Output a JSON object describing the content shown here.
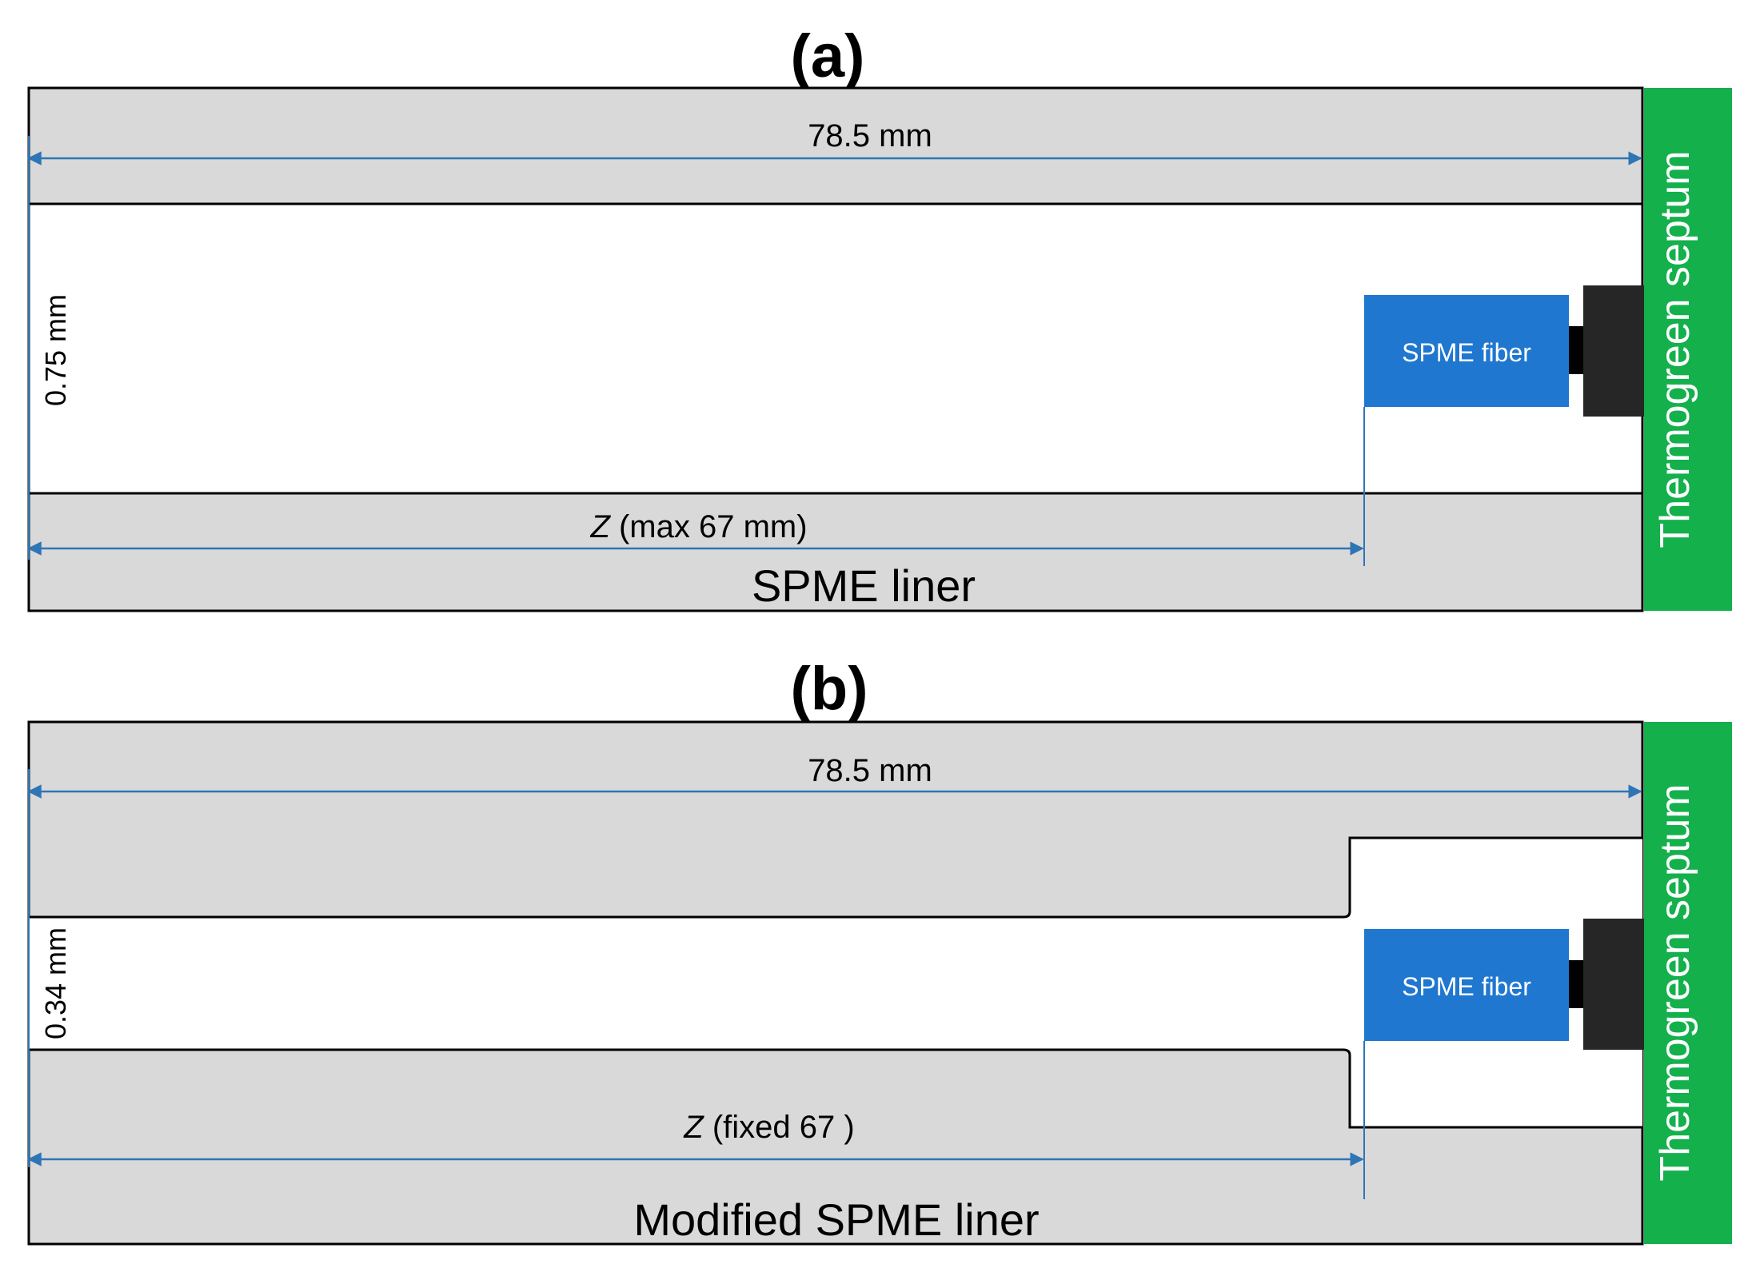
{
  "panels": [
    {
      "id": "a",
      "label": "(a)",
      "length_label": "78.5 mm",
      "diameter_label": "0.75 mm",
      "z_italic": "Z",
      "z_rest": " (max 67 mm)",
      "fiber_label": "SPME fiber",
      "liner_label": "SPME liner",
      "septum_label": "Thermogreen septum"
    },
    {
      "id": "b",
      "label": "(b)",
      "length_label": "78.5 mm",
      "diameter_label": "0.34 mm",
      "z_italic": "Z",
      "z_rest": " (fixed 67 )",
      "fiber_label": "SPME fiber",
      "liner_label": "Modified SPME liner",
      "septum_label": "Thermogreen septum"
    }
  ],
  "colors": {
    "liner_wall": "#d9d9d9",
    "bore": "#ffffff",
    "outline": "#000000",
    "dimension_line": "#2e75b6",
    "fiber": "#1f77d0",
    "holder": "#262626",
    "septum": "#14b04c"
  }
}
